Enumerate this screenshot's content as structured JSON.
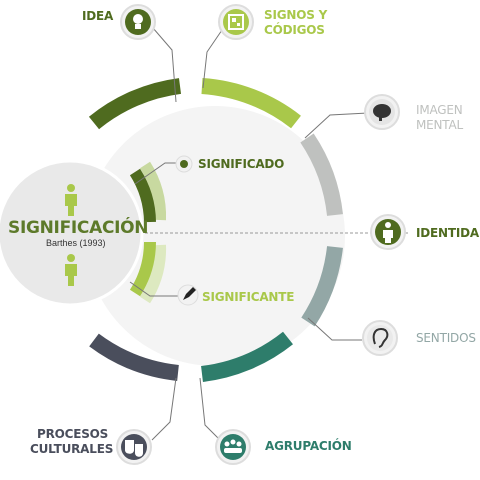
{
  "center": {
    "title": "SIGNIFICACIÓN",
    "subtitle": "Barthes (1993)"
  },
  "inner": {
    "top": "SIGNIFICADO",
    "bottom": "SIGNIFICANTE"
  },
  "nodes": {
    "idea": "IDEA",
    "signos_line1": "SIGNOS Y",
    "signos_line2": "CÓDIGOS",
    "imagen_line1": "IMAGEN",
    "imagen_line2": "MENTAL",
    "identidad": "IDENTIDAD",
    "sentidos": "SENTIDOS",
    "agrupacion": "AGRUPACIÓN",
    "procesos_line1": "PROCESOS",
    "procesos_line2": "CULTURALES"
  },
  "colors": {
    "dark_green": "#4f6b1f",
    "lime": "#a9c84a",
    "gray": "#bfc1bf",
    "slate": "#93a7a6",
    "teal": "#2e7d6b",
    "navy": "#4a4e5c",
    "label_green": "#5d7a2a"
  },
  "icons": [
    "lightbulb-icon",
    "qr-code-icon",
    "brain-icon",
    "person-icon",
    "ear-icon",
    "group-icon",
    "theater-masks-icon",
    "pencil-icon"
  ]
}
